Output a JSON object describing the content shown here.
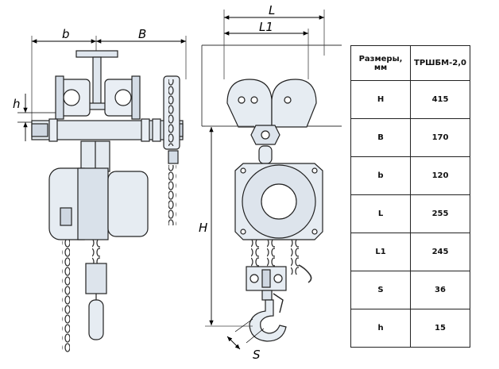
{
  "dimension_labels": {
    "b": "b",
    "B": "B",
    "h": "h",
    "L": "L",
    "L1": "L1",
    "H": "H",
    "S": "S"
  },
  "spec_table": {
    "header_param": "Размеры, мм",
    "header_model": "ТРШБМ-2,0",
    "rows": [
      {
        "param": "H",
        "value": "415"
      },
      {
        "param": "B",
        "value": "170"
      },
      {
        "param": "b",
        "value": "120"
      },
      {
        "param": "L",
        "value": "255"
      },
      {
        "param": "L1",
        "value": "245"
      },
      {
        "param": "S",
        "value": "36"
      },
      {
        "param": "h",
        "value": "15"
      }
    ]
  }
}
